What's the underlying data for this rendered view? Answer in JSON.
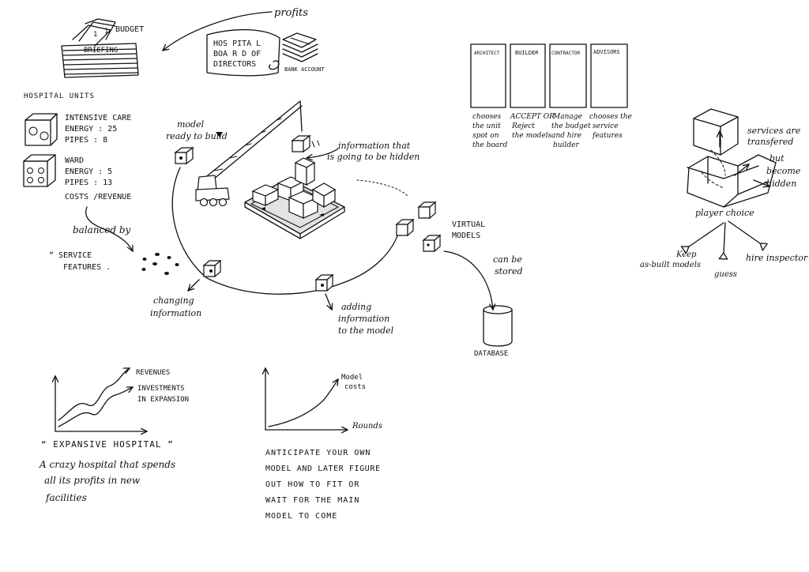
{
  "budget_area": {
    "budget_label": "BUDGET",
    "briefing_label": "BRIEFING",
    "profits_label": "profits",
    "board_lines": [
      "HOS PITA L",
      "BOA R D OF",
      "DIRECTORS"
    ],
    "bank_account_label": "BANK ACCOUNT"
  },
  "hospital_units": {
    "heading": "HOSPITAL UNITS",
    "intensive_care": [
      "INTENSIVE CARE",
      "ENERGY : 25",
      "PIPES : 8"
    ],
    "ward": [
      "WARD",
      "ENERGY : 5",
      "PIPES : 13"
    ],
    "costs_revenue": "COSTS /REVENUE",
    "balanced_by": "balanced by",
    "service_features": [
      "“ SERVICE",
      "FEATURES ."
    ]
  },
  "cycle": {
    "model_ready": [
      "model",
      "ready to build"
    ],
    "info_hidden": [
      "information that",
      "is going to be hidden"
    ],
    "virtual_models": [
      "VIRTUAL",
      "MODELS"
    ],
    "changing_info": [
      "changing",
      "information"
    ],
    "adding_info": [
      "adding",
      "information",
      "to the model"
    ],
    "can_be_stored": [
      "can be",
      "stored"
    ],
    "database_label": "DATABASE"
  },
  "roles": [
    {
      "title": "ARCHITECT",
      "desc": [
        "chooses",
        "the unit",
        "spot on",
        "the board"
      ]
    },
    {
      "title": "BUILDER",
      "desc": [
        "ACCEPT OR",
        "Reject",
        "the models"
      ]
    },
    {
      "title": "CONTRACTOR",
      "desc": [
        "Manage",
        "the budget",
        "and hire",
        "builder"
      ]
    },
    {
      "title": "ADVISORS",
      "desc": [
        "chooses the",
        "service",
        "features"
      ]
    }
  ],
  "player_choice": {
    "services_note": [
      "services are",
      "transfered",
      "but",
      "become",
      "hidden"
    ],
    "label": "player choice",
    "options": [
      [
        "Keep",
        "as-built models"
      ],
      [
        "guess"
      ],
      [
        "hire inspector"
      ]
    ]
  },
  "expansive_chart": {
    "series_labels": [
      "REVENUES",
      "INVESTMENTS",
      "IN EXPANSION"
    ],
    "title": "“ EXPANSIVE HOSPITAL ”",
    "caption": [
      "A crazy hospital that spends",
      "all its profits in new",
      "facilities"
    ]
  },
  "model_costs_chart": {
    "ylabel": [
      "Model",
      "costs"
    ],
    "xlabel": "Rounds",
    "caption": [
      "ANTICIPATE YOUR OWN",
      "MODEL AND LATER FIGURE",
      "OUT HOW TO FIT OR",
      "WAIT FOR THE MAIN",
      "MODEL TO COME"
    ]
  }
}
